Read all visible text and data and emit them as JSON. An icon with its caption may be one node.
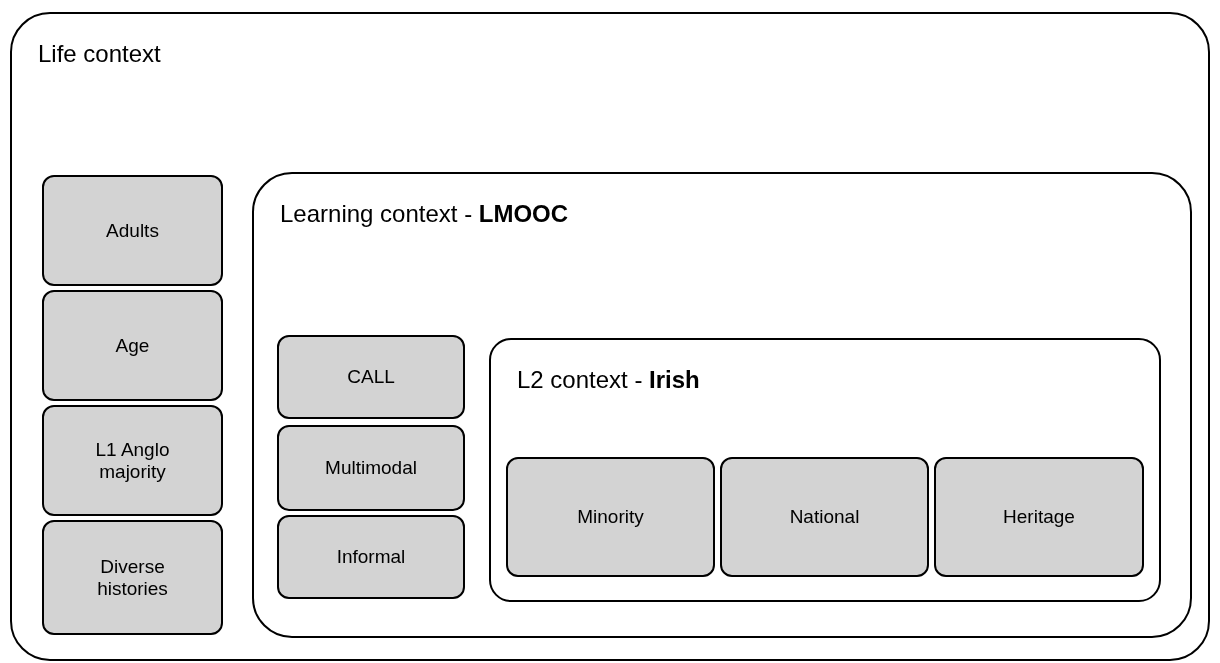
{
  "diagram": {
    "nodes": [
      {
        "text": [
          "Life context"
        ]
      },
      {
        "text": [
          "Adults"
        ],
        "in": 0
      },
      {
        "text": [
          "Age"
        ],
        "in": 0
      },
      {
        "text": [
          "L1 Anglo majority"
        ],
        "in": 0
      },
      {
        "text": [
          "Diverse histories"
        ],
        "in": 0
      },
      {
        "text": [
          "Learning context - **LMOOC**"
        ],
        "in": 0
      },
      {
        "text": [
          "CALL"
        ],
        "in": 5
      },
      {
        "text": [
          "Multimodal"
        ],
        "in": 5
      },
      {
        "text": [
          "Informal"
        ],
        "in": 5
      },
      {
        "text": [
          "L2 context - **Irish**"
        ],
        "in": 5
      },
      {
        "text": [
          "Minority"
        ],
        "in": 9
      },
      {
        "text": [
          "National"
        ],
        "in": 9
      },
      {
        "text": [
          "Heritage"
        ],
        "in": 9
      }
    ]
  }
}
